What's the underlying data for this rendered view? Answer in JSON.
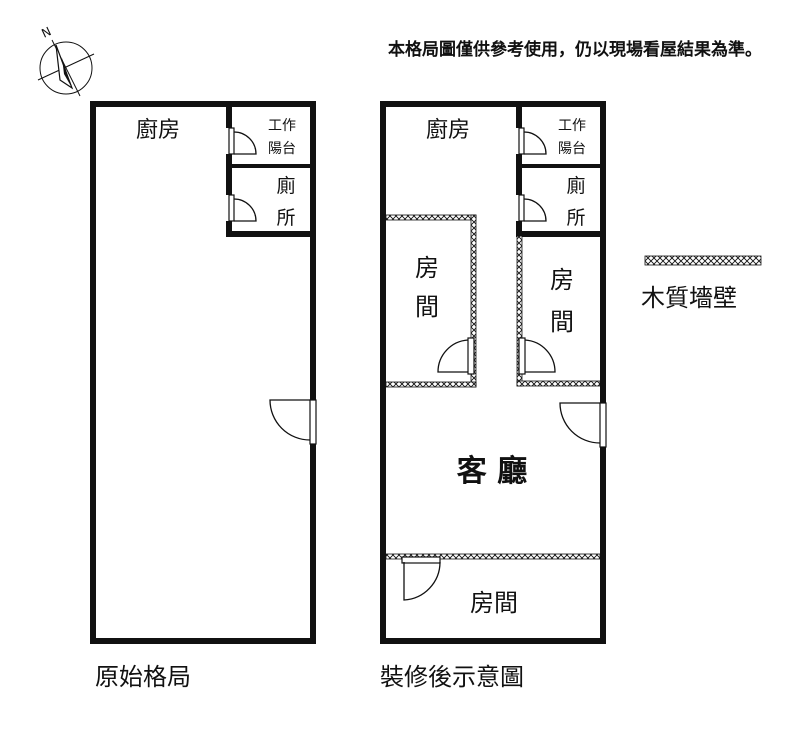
{
  "notice": "本格局圖僅供參考使用，仍以現場看屋結果為準。",
  "compass": {
    "north_label": "N",
    "icon": "compass-north-arrow-icon"
  },
  "legend": {
    "label": "木質墻壁",
    "icon": "wood-wall-hatch-icon"
  },
  "original_plan": {
    "caption": "原始格局",
    "rooms": {
      "kitchen": "廚房",
      "balcony_1": "工作",
      "balcony_2": "陽台",
      "toilet_1": "廁",
      "toilet_2": "所"
    }
  },
  "renovated_plan": {
    "caption": "裝修後示意圖",
    "rooms": {
      "kitchen": "廚房",
      "balcony_1": "工作",
      "balcony_2": "陽台",
      "toilet_1": "廁",
      "toilet_2": "所",
      "bedroom_left_1": "房",
      "bedroom_left_2": "間",
      "bedroom_right_1": "房",
      "bedroom_right_2": "間",
      "living_room": "客 廳",
      "bedroom_bottom": "房間"
    }
  }
}
